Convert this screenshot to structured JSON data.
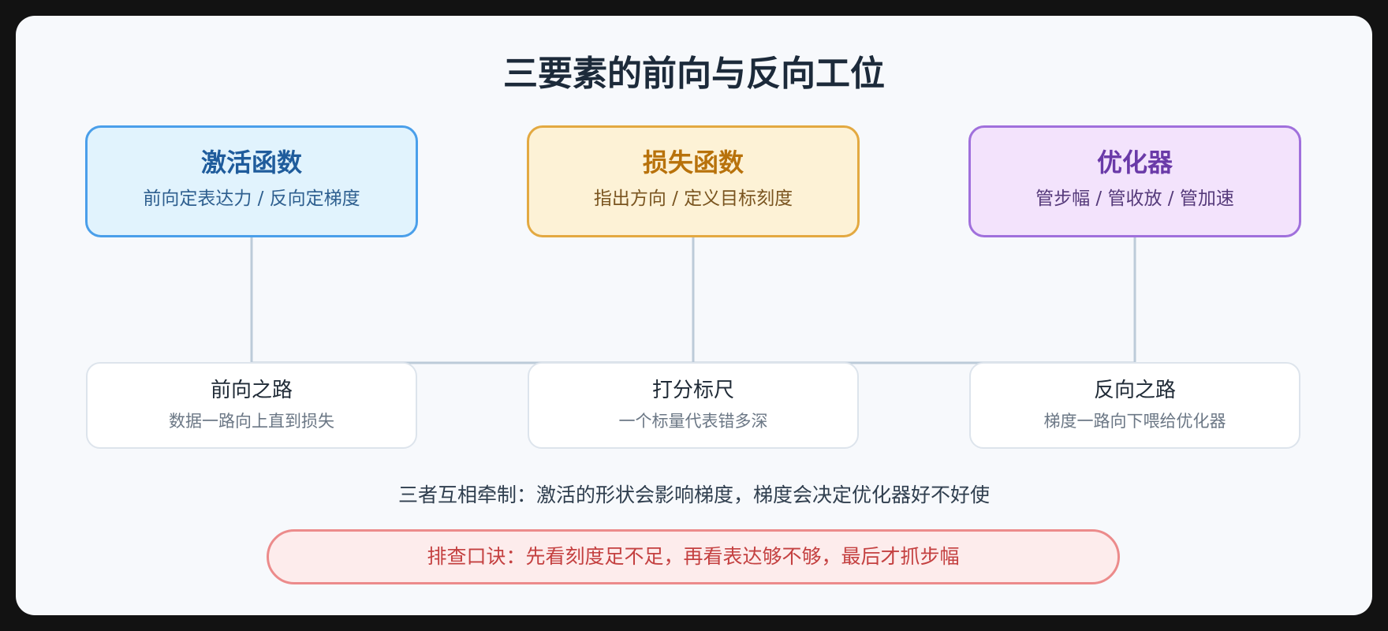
{
  "title": "三要素的前向与反向工位",
  "elements": [
    {
      "name": "激活函数",
      "desc": "前向定表达力 / 反向定梯度",
      "color": "#4a9fea"
    },
    {
      "name": "损失函数",
      "desc": "指出方向 / 定义目标刻度",
      "color": "#e3a941"
    },
    {
      "name": "优化器",
      "desc": "管步幅 / 管收放 / 管加速",
      "color": "#a070dc"
    }
  ],
  "paths": [
    {
      "name": "前向之路",
      "desc": "数据一路向上直到损失"
    },
    {
      "name": "打分标尺",
      "desc": "一个标量代表错多深"
    },
    {
      "name": "反向之路",
      "desc": "梯度一路向下喂给优化器"
    }
  ],
  "note": "三者互相牵制：激活的形状会影响梯度，梯度会决定优化器好不好使",
  "tip": "排查口诀：先看刻度足不足，再看表达够不够，最后才抓步幅"
}
